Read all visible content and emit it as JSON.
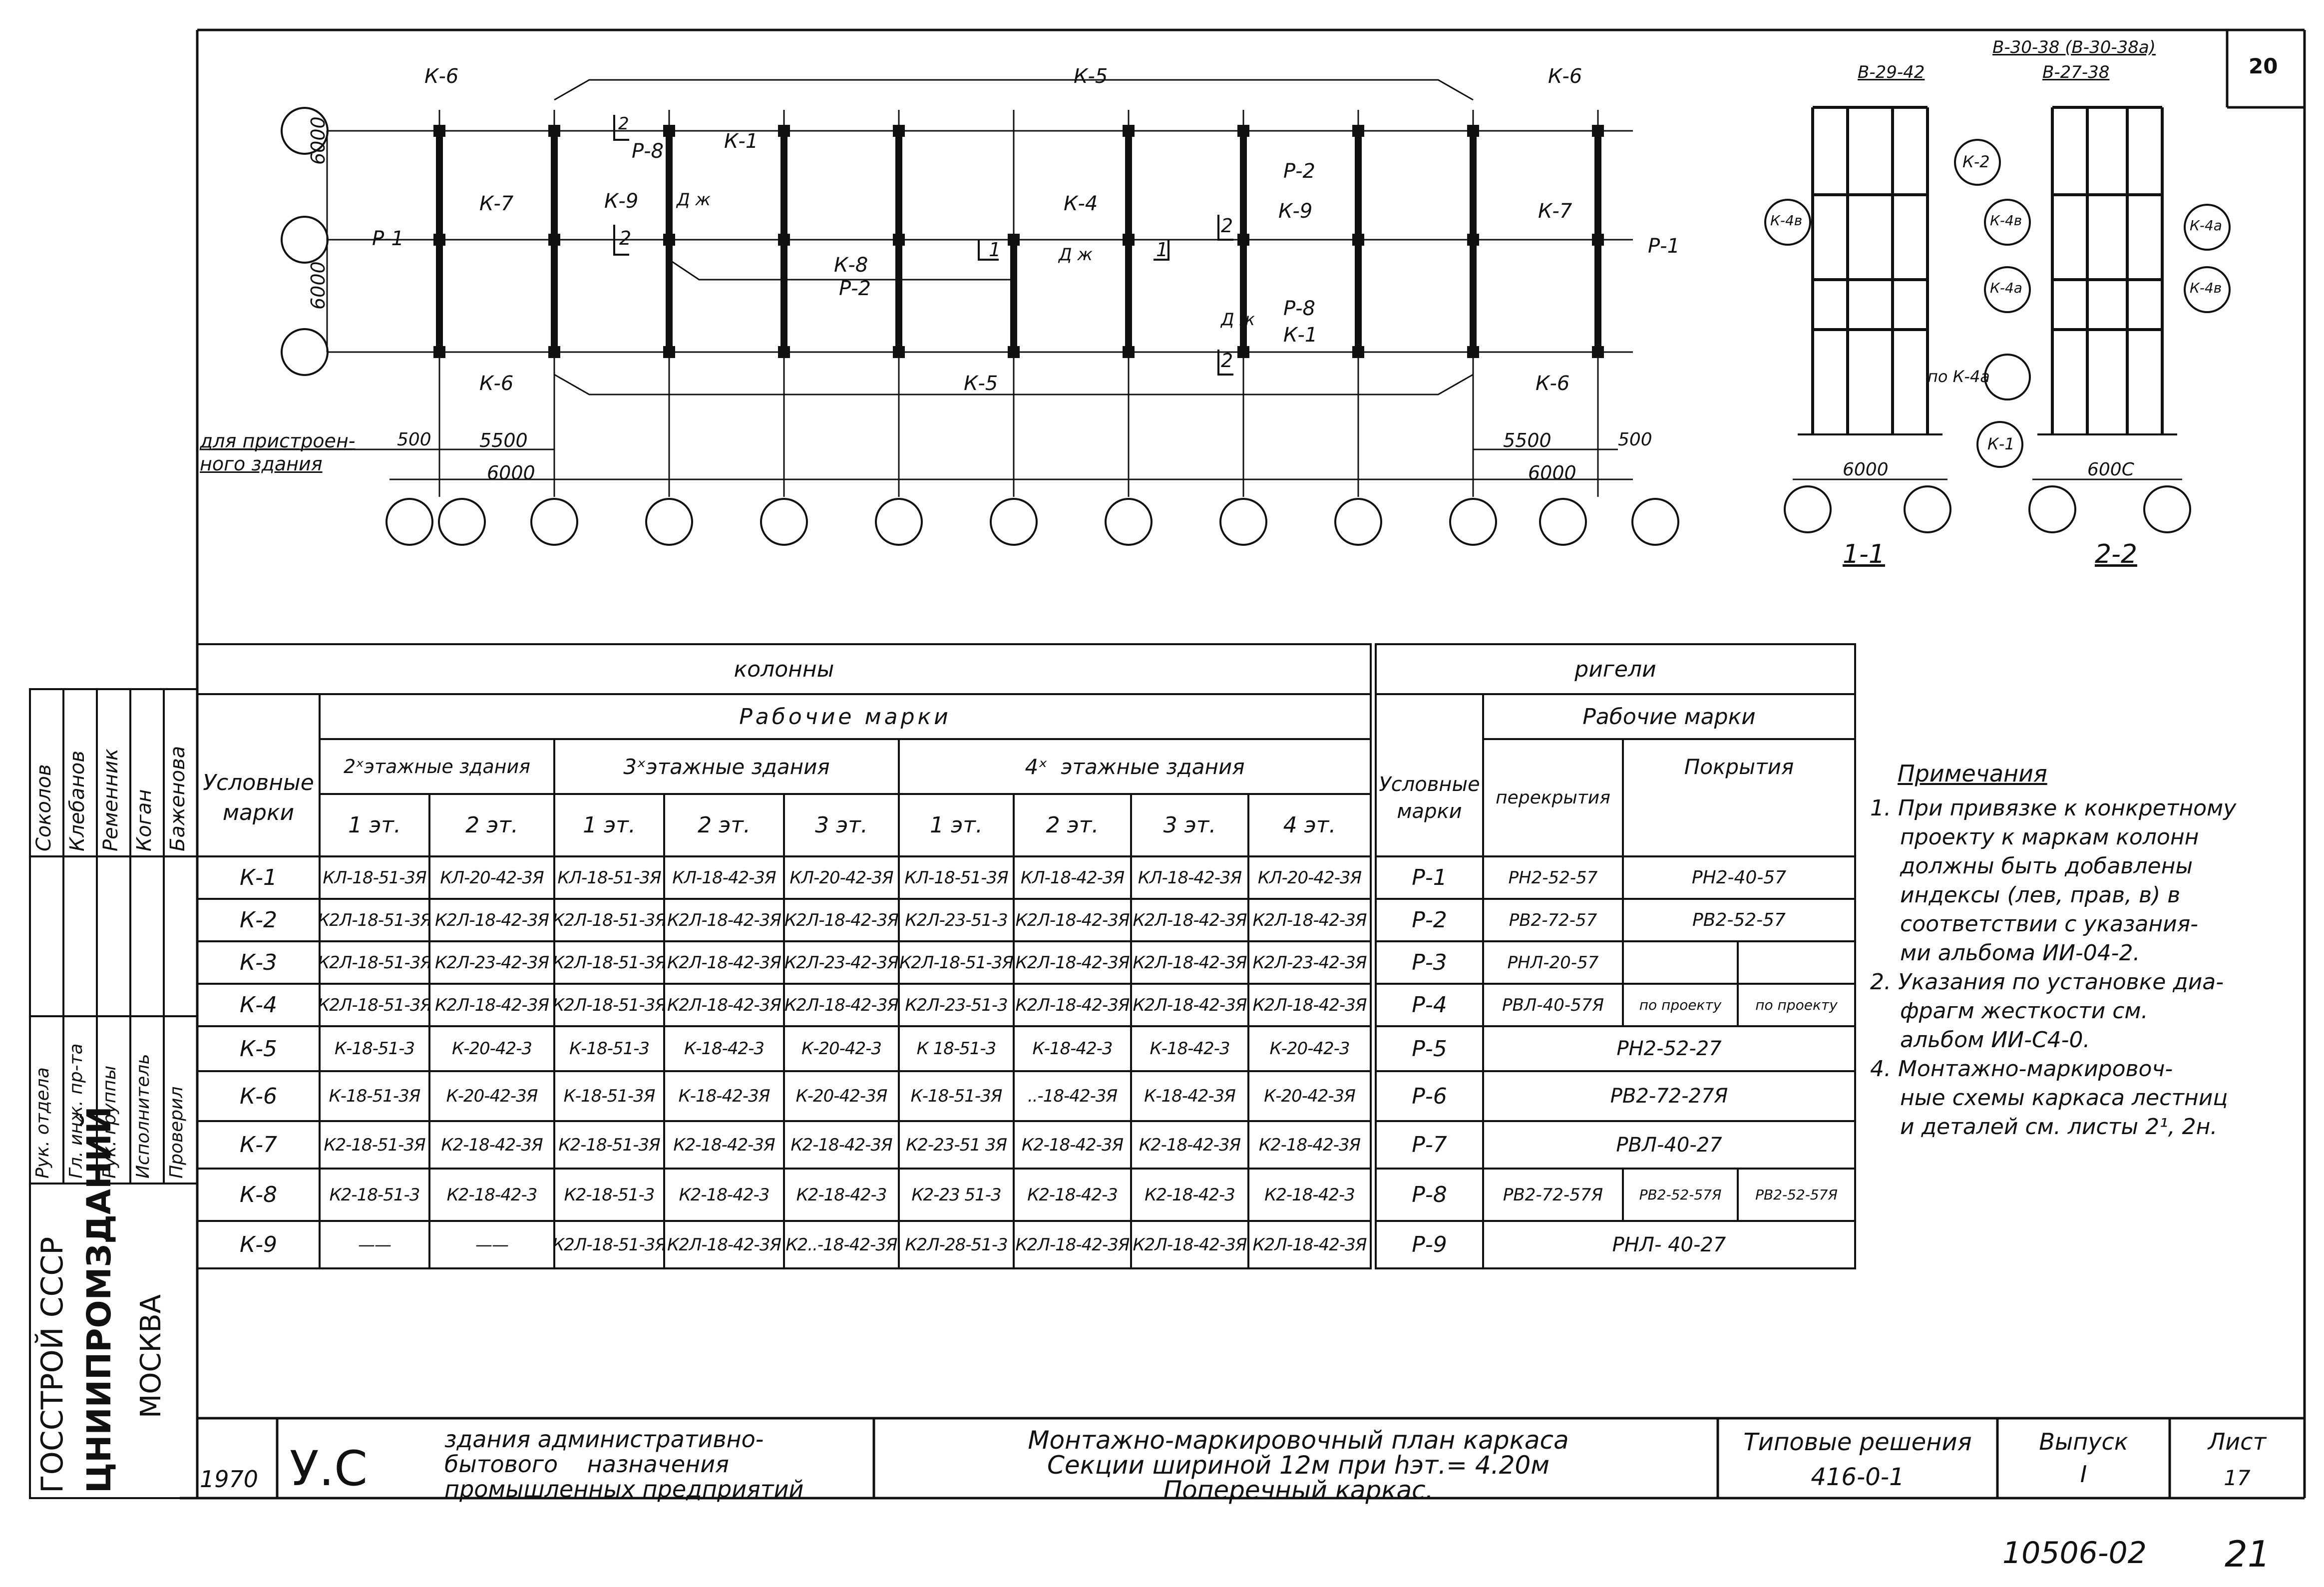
{
  "sheet": {
    "corner_number": "20",
    "bottom_code": "10506-02",
    "bottom_page": "21"
  },
  "plan": {
    "k_labels": [
      "К-6",
      "К-5",
      "К-6",
      "К-7",
      "К-9",
      "К-1",
      "К-4",
      "К-9",
      "К-7",
      "К-8",
      "К-6",
      "К-5",
      "К-6",
      "К-1"
    ],
    "r_labels": [
      "Р-1",
      "Р-1",
      "Р-8",
      "Р-2",
      "Р-2",
      "Р-8"
    ],
    "dzh_label": "Д ж",
    "section_marks": [
      "1",
      "1",
      "2",
      "2",
      "2",
      "2"
    ],
    "dim_6000": "6000",
    "dim_5500": "5500",
    "dim_500": "500",
    "left_note": "для пристроен-\nного здания"
  },
  "sections": {
    "top_b2942": "В-29-42",
    "top_b3038": "В-30-38 (В-30-38а)",
    "top_b2738": "В-27-38",
    "k2": "К-2",
    "k4v": "К-4в",
    "k4a": "К-4а",
    "k1": "К-1",
    "po_k4a": "по К-4а",
    "dim": "6000",
    "dim_2": "600С",
    "label_11": "1-1",
    "label_22": "2-2"
  },
  "columns_table": {
    "title": "колонны",
    "working_marks": "Рабочие марки",
    "cond_marks": "Условные марки",
    "group_2": "2ˣэтажные здания",
    "group_3": "3ˣэтажные здания",
    "group_4": "4ˣ  этажные здания",
    "floors": [
      "1 эт.",
      "2 эт.",
      "1 эт.",
      "2 эт.",
      "3 эт.",
      "1 эт.",
      "2 эт.",
      "3 эт.",
      "4 эт."
    ],
    "rows": [
      {
        "mark": "К-1",
        "cells": [
          "КЛ-18-51-3Я",
          "КЛ-20-42-3Я",
          "КЛ-18-51-3Я",
          "КЛ-18-42-3Я",
          "КЛ-20-42-3Я",
          "КЛ-18-51-3Я",
          "КЛ-18-42-3Я",
          "КЛ-18-42-3Я",
          "КЛ-20-42-3Я"
        ]
      },
      {
        "mark": "К-2",
        "cells": [
          "К2Л-18-51-3Я",
          "К2Л-18-42-3Я",
          "К2Л-18-51-3Я",
          "К2Л-18-42-3Я",
          "К2Л-18-42-3Я",
          "К2Л-23-51-3",
          "К2Л-18-42-3Я",
          "К2Л-18-42-3Я",
          "К2Л-18-42-3Я"
        ]
      },
      {
        "mark": "К-3",
        "cells": [
          "К2Л-18-51-3Я",
          "К2Л-23-42-3Я",
          "К2Л-18-51-3Я",
          "К2Л-18-42-3Я",
          "К2Л-23-42-3Я",
          "К2Л-18-51-3Я",
          "К2Л-18-42-3Я",
          "К2Л-18-42-3Я",
          "К2Л-23-42-3Я"
        ]
      },
      {
        "mark": "К-4",
        "cells": [
          "К2Л-18-51-3Я",
          "К2Л-18-42-3Я",
          "К2Л-18-51-3Я",
          "К2Л-18-42-3Я",
          "К2Л-18-42-3Я",
          "К2Л-23-51-3",
          "К2Л-18-42-3Я",
          "К2Л-18-42-3Я",
          "К2Л-18-42-3Я"
        ]
      },
      {
        "mark": "К-5",
        "cells": [
          "К-18-51-3",
          "К-20-42-3",
          "К-18-51-3",
          "К-18-42-3",
          "К-20-42-3",
          "К 18-51-3",
          "К-18-42-3",
          "К-18-42-3",
          "К-20-42-3"
        ]
      },
      {
        "mark": "К-6",
        "cells": [
          "К-18-51-3Я",
          "К-20-42-3Я",
          "К-18-51-3Я",
          "К-18-42-3Я",
          "К-20-42-3Я",
          "К-18-51-3Я",
          "..-18-42-3Я",
          "К-18-42-3Я",
          "К-20-42-3Я"
        ]
      },
      {
        "mark": "К-7",
        "cells": [
          "К2-18-51-3Я",
          "К2-18-42-3Я",
          "К2-18-51-3Я",
          "К2-18-42-3Я",
          "К2-18-42-3Я",
          "К2-23-51 3Я",
          "К2-18-42-3Я",
          "К2-18-42-3Я",
          "К2-18-42-3Я"
        ]
      },
      {
        "mark": "К-8",
        "cells": [
          "К2-18-51-3",
          "К2-18-42-3",
          "К2-18-51-3",
          "К2-18-42-3",
          "К2-18-42-3",
          "К2-23 51-3",
          "К2-18-42-3",
          "К2-18-42-3",
          "К2-18-42-3"
        ]
      },
      {
        "mark": "К-9",
        "cells": [
          "——",
          "——",
          "К2Л-18-51-3Я",
          "К2Л-18-42-3Я",
          "К2..-18-42-3Я",
          "К2Л-28-51-3",
          "К2Л-18-42-3Я",
          "К2Л-18-42-3Я",
          "К2Л-18-42-3Я"
        ]
      }
    ]
  },
  "beams_table": {
    "title": "ригели",
    "working_marks": "Рабочие марки",
    "cond_marks": "Условные марки",
    "floor_slab": "перекрытия",
    "roof": "Покрытия",
    "rows": [
      {
        "mark": "Р-1",
        "a": "РН2-52-57",
        "b": "РН2-40-57"
      },
      {
        "mark": "Р-2",
        "a": "РВ2-72-57",
        "b": "РВ2-52-57"
      },
      {
        "mark": "Р-3",
        "a": "РНЛ-20-57",
        "b": ""
      },
      {
        "mark": "Р-4",
        "a": "РВЛ-40-57Я",
        "b1": "по проекту",
        "b2": "по проекту"
      },
      {
        "mark": "Р-5",
        "span": "РН2-52-27"
      },
      {
        "mark": "Р-6",
        "span": "РВ2-72-27Я"
      },
      {
        "mark": "Р-7",
        "span": "РВЛ-40-27"
      },
      {
        "mark": "Р-8",
        "a": "РВ2-72-57Я",
        "b1": "РВ2-52-57Я",
        "b2": "РВ2-52-57Я"
      },
      {
        "mark": "Р-9",
        "span": "РНЛ- 40-27"
      }
    ]
  },
  "notes": {
    "title": "Примечания",
    "lines": [
      "1. При привязке к конкретному",
      "проекту к маркам колонн",
      "должны быть добавлены",
      "индексы (лев, прав, в) в",
      "соответствии с указания-",
      "ми альбома  ИИ-04-2.",
      "2. Указания по установке диа-",
      "фрагм жесткости см.",
      "альбом ИИ-С4-0.",
      "4. Монтажно-маркировоч-",
      "ные схемы каркаса лестниц",
      "и деталей  см. листы 2¹, 2н."
    ]
  },
  "side_stamp": {
    "names": [
      "Соколов",
      "Клебанов",
      "Ременник",
      "Коган",
      "Баженова"
    ],
    "roles": [
      "Рук. отдела",
      "Гл. инж. пр-та",
      "Рук. группы",
      "Исполнитель",
      "Проверил"
    ],
    "org1": "ГОССТРОЙ СССР",
    "org2": "ЦНИИПРОМЗДАНИЙ",
    "org3": "МОСКВА"
  },
  "title_block": {
    "year": "1970",
    "initials": "У.С",
    "purpose": [
      "здания административно-",
      "бытового    назначения",
      "промышленных предприятий"
    ],
    "desc": [
      "Монтажно-маркировочный план каркаса",
      "Секции шириной 12м при hэт.= 4.20м",
      "Поперечный каркас."
    ],
    "series_label": "Типовые решения",
    "series": "416-0-1",
    "issue_label": "Выпуск",
    "issue": "I",
    "sheet_label": "Лист",
    "sheet": "17"
  }
}
